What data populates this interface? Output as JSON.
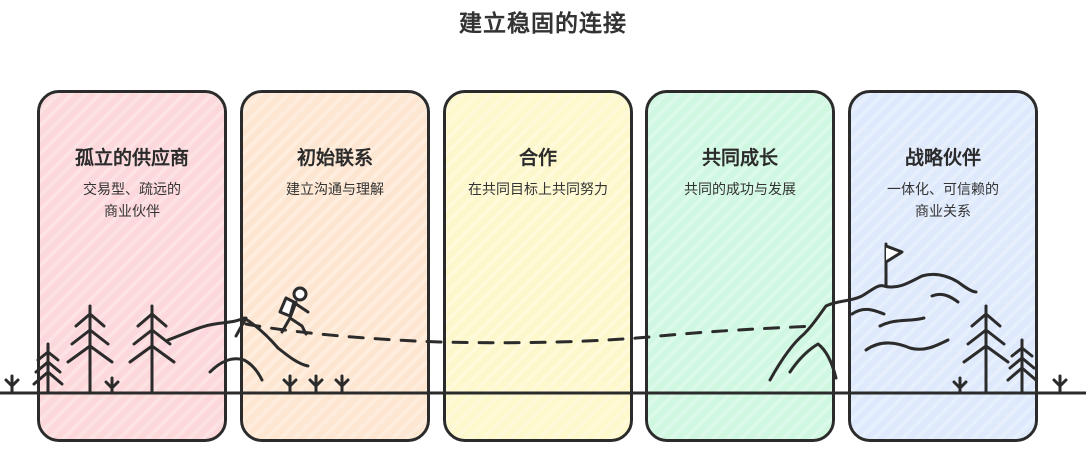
{
  "title": "建立稳固的连接",
  "stages": [
    {
      "title": "孤立的供应商",
      "desc": "交易型、疏远的\n商业伙伴",
      "color": "#fbb8be"
    },
    {
      "title": "初始联系",
      "desc": "建立沟通与理解",
      "color": "#fdd3ad"
    },
    {
      "title": "合作",
      "desc": "在共同目标上共同努力",
      "color": "#fdf2a4"
    },
    {
      "title": "共同成长",
      "desc": "共同的成功与发展",
      "color": "#a9f2c9"
    },
    {
      "title": "战略伙伴",
      "desc": "一体化、可信赖的\n商业关系",
      "color": "#c4d8fb"
    }
  ],
  "icons": {
    "hiker": "hiker-icon",
    "flag": "flag-icon",
    "tree": "tree-icon",
    "mountain": "mountain-icon"
  }
}
